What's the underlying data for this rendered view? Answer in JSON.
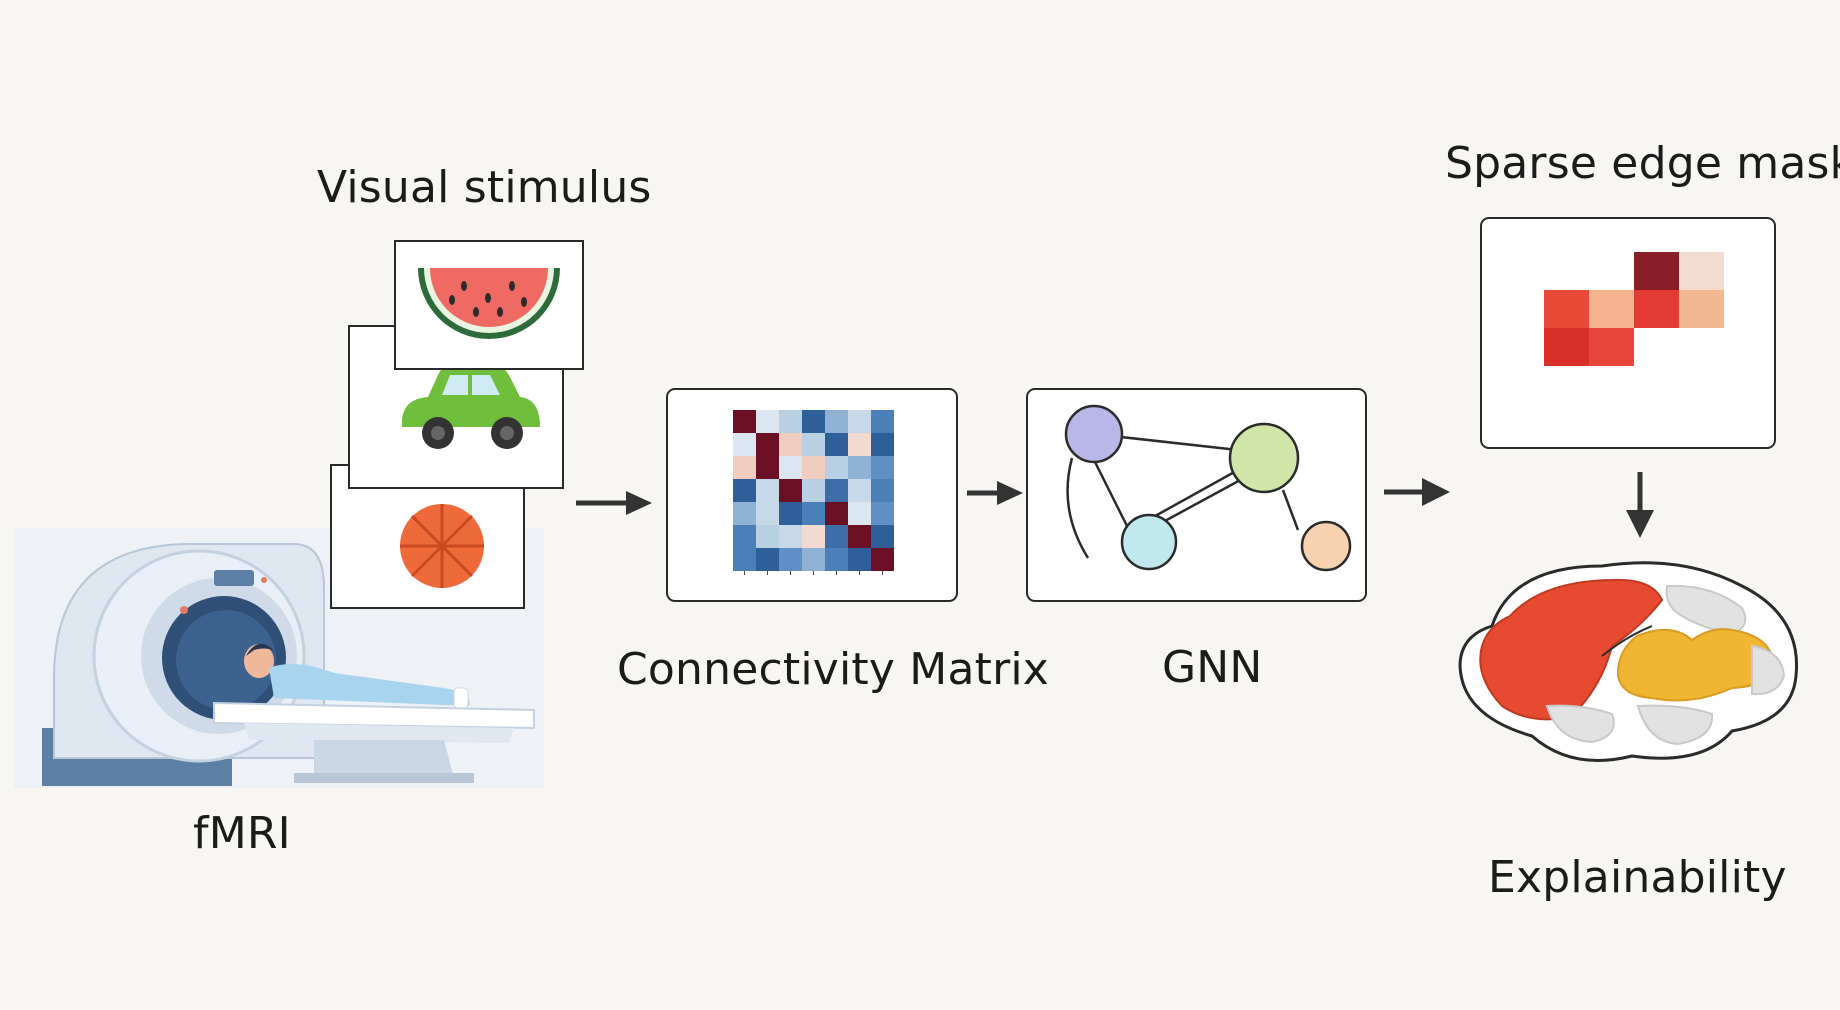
{
  "labels": {
    "visual_stimulus": "Visual stimulus",
    "fmri": "fMRI",
    "connectivity": "Connectivity Matrix",
    "gnn": "GNN",
    "sparse_mask": "Sparse edge mask",
    "explainability": "Explainability"
  },
  "matrix_colors": [
    "#6b0f24",
    "#dbe6f0",
    "#b9cfe2",
    "#2f5f98",
    "#8fb1d3",
    "#c7d8e8",
    "#4a7fb8",
    "#dbe6f0",
    "#6b0f24",
    "#f1cdbf",
    "#b9cfe2",
    "#2f5f98",
    "#f3dad0",
    "#2f5f98",
    "#f1cdbf",
    "#6b0f24",
    "#dbe6f0",
    "#f1cdbf",
    "#b9cfe2",
    "#8fb1d3",
    "#5f8fc4",
    "#2f5f98",
    "#c7d8e8",
    "#6b0f24",
    "#b9cfe2",
    "#3d6ea8",
    "#c7d8e8",
    "#4a7fb8",
    "#8fb1d3",
    "#c7d8e8",
    "#2f5f98",
    "#4a7fb8",
    "#6b0f24",
    "#dbe6f0",
    "#5f8fc4",
    "#4a7fb8",
    "#b9cfe2",
    "#c7d8e8",
    "#f3dad0",
    "#3d6ea8",
    "#6b0f24",
    "#2f5f98",
    "#4a7fb8",
    "#2f5f98",
    "#5f8fc4",
    "#8fb1d3",
    "#4a7fb8",
    "#2f5f98",
    "#6b0f24"
  ],
  "mask_cells": [
    {
      "row": 0,
      "col": 2,
      "color": "#8a1e26"
    },
    {
      "row": 0,
      "col": 3,
      "color": "#f5dcd0"
    },
    {
      "row": 1,
      "col": 0,
      "color": "#e84a3a"
    },
    {
      "row": 1,
      "col": 1,
      "color": "#f3b48f"
    },
    {
      "row": 1,
      "col": 2,
      "color": "#e23b33"
    },
    {
      "row": 1,
      "col": 3,
      "color": "#f2b892"
    },
    {
      "row": 2,
      "col": 0,
      "color": "#d83028"
    },
    {
      "row": 2,
      "col": 1,
      "color": "#e8453a"
    }
  ],
  "graph_nodes": [
    {
      "name": "node-purple",
      "color": "#b9b6e8"
    },
    {
      "name": "node-green",
      "color": "#cfe6a8"
    },
    {
      "name": "node-cyan",
      "color": "#bfe8ef"
    },
    {
      "name": "node-peach",
      "color": "#f7d2b0"
    }
  ]
}
